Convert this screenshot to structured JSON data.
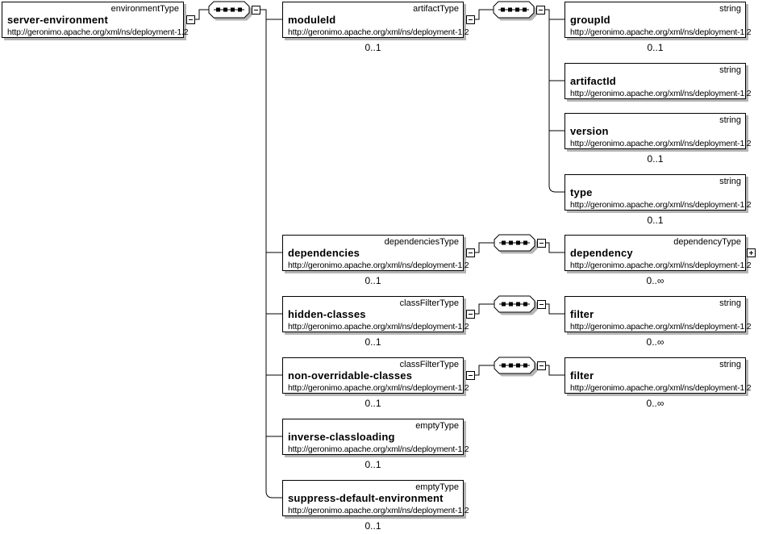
{
  "diagram": {
    "kind": "xml-schema-content-model",
    "namespace": "http://geronimo.apache.org/xml/ns/deployment-1.2",
    "colors": {
      "box_border": "#000000",
      "shadow": "#b4b4b4",
      "background": "#ffffff",
      "text": "#000000"
    },
    "icons": {
      "sequence": "sequence-model-group-octagon",
      "collapse": "minus-box",
      "expand": "plus-box"
    }
  },
  "nodes": {
    "root": {
      "name": "server-environment",
      "type": "environmentType",
      "ns": "http://geronimo.apache.org/xml/ns/deployment-1.2"
    },
    "module_id": {
      "name": "moduleId",
      "type": "artifactType",
      "ns": "http://geronimo.apache.org/xml/ns/deployment-1.2",
      "cardinality": "0..1"
    },
    "group_id": {
      "name": "groupId",
      "type": "string",
      "ns": "http://geronimo.apache.org/xml/ns/deployment-1.2",
      "cardinality": "0..1"
    },
    "artifact_id": {
      "name": "artifactId",
      "type": "string",
      "ns": "http://geronimo.apache.org/xml/ns/deployment-1.2"
    },
    "version": {
      "name": "version",
      "type": "string",
      "ns": "http://geronimo.apache.org/xml/ns/deployment-1.2",
      "cardinality": "0..1"
    },
    "type": {
      "name": "type",
      "type": "string",
      "ns": "http://geronimo.apache.org/xml/ns/deployment-1.2",
      "cardinality": "0..1"
    },
    "dependencies": {
      "name": "dependencies",
      "type": "dependenciesType",
      "ns": "http://geronimo.apache.org/xml/ns/deployment-1.2",
      "cardinality": "0..1"
    },
    "dependency": {
      "name": "dependency",
      "type": "dependencyType",
      "ns": "http://geronimo.apache.org/xml/ns/deployment-1.2",
      "cardinality": "0..∞"
    },
    "hidden_classes": {
      "name": "hidden-classes",
      "type": "classFilterType",
      "ns": "http://geronimo.apache.org/xml/ns/deployment-1.2",
      "cardinality": "0..1"
    },
    "filter_hidden": {
      "name": "filter",
      "type": "string",
      "ns": "http://geronimo.apache.org/xml/ns/deployment-1.2",
      "cardinality": "0..∞"
    },
    "non_overridable_classes": {
      "name": "non-overridable-classes",
      "type": "classFilterType",
      "ns": "http://geronimo.apache.org/xml/ns/deployment-1.2",
      "cardinality": "0..1"
    },
    "filter_non_overridable": {
      "name": "filter",
      "type": "string",
      "ns": "http://geronimo.apache.org/xml/ns/deployment-1.2",
      "cardinality": "0..∞"
    },
    "inverse_classloading": {
      "name": "inverse-classloading",
      "type": "emptyType",
      "ns": "http://geronimo.apache.org/xml/ns/deployment-1.2",
      "cardinality": "0..1"
    },
    "suppress_default_environment": {
      "name": "suppress-default-environment",
      "type": "emptyType",
      "ns": "http://geronimo.apache.org/xml/ns/deployment-1.2",
      "cardinality": "0..1"
    }
  }
}
